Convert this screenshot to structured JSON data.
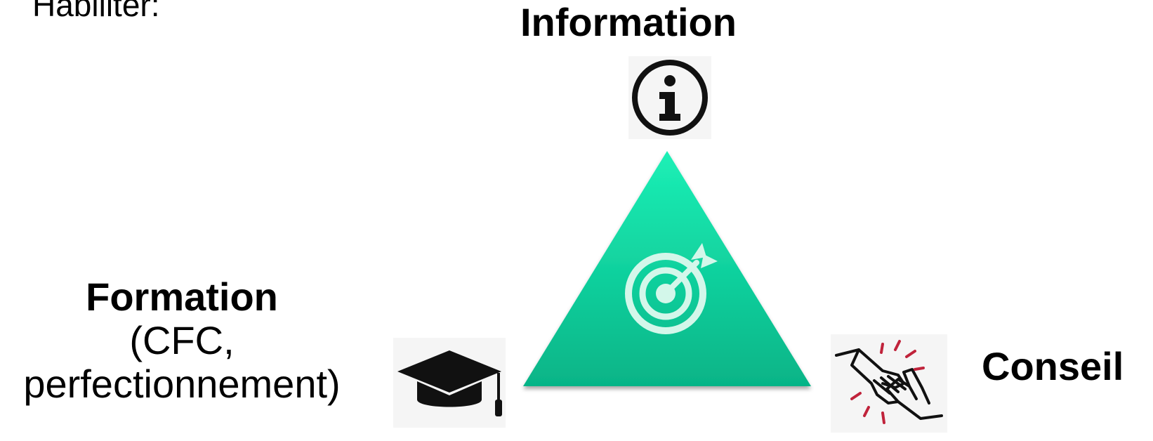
{
  "heading": "Habiliter:",
  "information": {
    "label": "Information",
    "icon": "info-icon"
  },
  "formation": {
    "title": "Formation",
    "line2": "(CFC,",
    "line3": "perfectionnement)",
    "icon": "graduation-cap-icon"
  },
  "conseil": {
    "label": "Conseil",
    "icon": "handshake-icon"
  },
  "center": {
    "shape": "triangle",
    "icon": "target-icon"
  },
  "colors": {
    "triangle_light": "#19e6ad",
    "triangle_dark": "#08b888",
    "icon_dark": "#111111",
    "accent_red": "#c0233b"
  }
}
